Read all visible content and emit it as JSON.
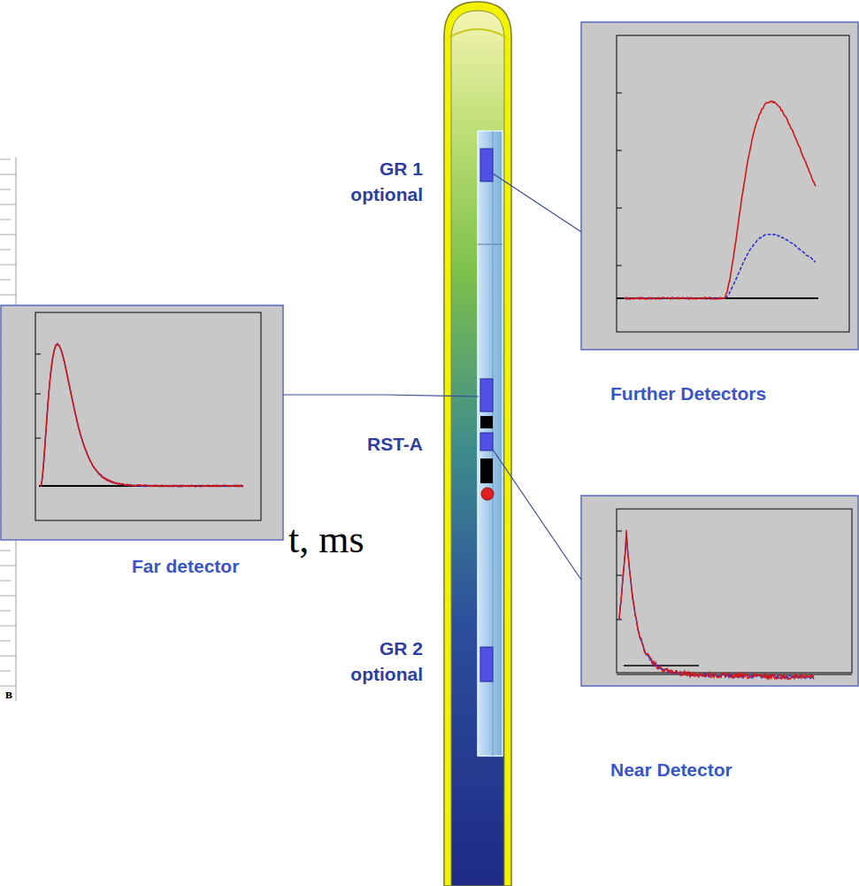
{
  "diagram": {
    "nodes": [
      {
        "text": [
          "Further Detectors"
        ]
      },
      {
        "text": [
          "Far detector"
        ]
      },
      {
        "text": [
          "Near Detector"
        ]
      }
    ],
    "labels": [
      "GR 1 optional",
      "RST-A",
      "GR 2 optional",
      "t, ms",
      "в"
    ]
  }
}
